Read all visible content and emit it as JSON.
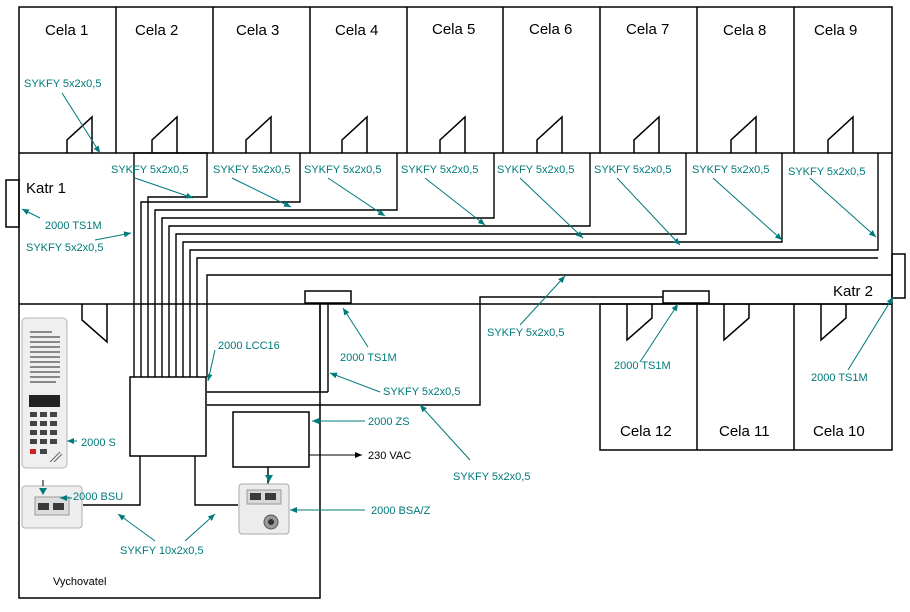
{
  "colors": {
    "wire": "#000000",
    "annotation": "#007a7a",
    "background": "#ffffff"
  },
  "rooms": {
    "cela1": "Cela 1",
    "cela2": "Cela 2",
    "cela3": "Cela 3",
    "cela4": "Cela 4",
    "cela5": "Cela 5",
    "cela6": "Cela 6",
    "cela7": "Cela 7",
    "cela8": "Cela 8",
    "cela9": "Cela 9",
    "cela10": "Cela 10",
    "cela11": "Cela 11",
    "cela12": "Cela 12",
    "katr1": "Katr 1",
    "katr2": "Katr 2",
    "vychovatel": "Vychovatel"
  },
  "labels": {
    "cable_top_left": "SYKFY 5x2x0,5",
    "cable_cell": "SYKFY 5x2x0,5",
    "cable_katr1_top": "2000 TS1M",
    "cable_katr1_bottom": "SYKFY 5x2x0,5",
    "lcc16": "2000 LCC16",
    "ts1m_mid": "2000 TS1M",
    "cable_center": "SYKFY 5x2x0,5",
    "cable_right": "SYKFY 5x2x0,5",
    "ts1m_cela12": "2000 TS1M",
    "ts1m_katr2": "2000 TS1M",
    "cable_zs": "SYKFY 5x2x0,5",
    "zs": "2000 ZS",
    "vac": "230 VAC",
    "s": "2000 S",
    "bsu": "2000 BSU",
    "bsaz": "2000 BSA/Z",
    "cable_bottom": "SYKFY 5x2x0,5",
    "cable_10x": "SYKFY 10x2x0,5"
  }
}
